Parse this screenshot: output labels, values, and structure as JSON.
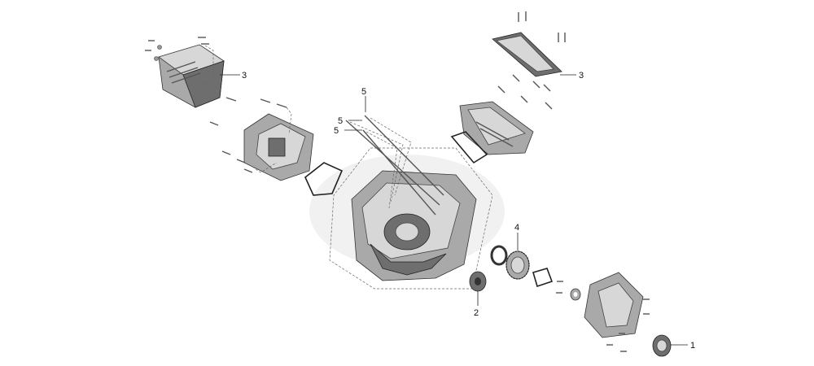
{
  "diagram": {
    "callouts": [
      {
        "id": "c1",
        "label": "1"
      },
      {
        "id": "c2",
        "label": "2"
      },
      {
        "id": "c3a",
        "label": "3"
      },
      {
        "id": "c3b",
        "label": "3"
      },
      {
        "id": "c4",
        "label": "4"
      },
      {
        "id": "c5a",
        "label": "5"
      },
      {
        "id": "c5b",
        "label": "5"
      },
      {
        "id": "c5c",
        "label": "5"
      }
    ],
    "colors": {
      "line": "#222222",
      "part_light": "#d7d7d7",
      "part_mid": "#a9a9a9",
      "part_dark": "#6e6e6e"
    }
  }
}
